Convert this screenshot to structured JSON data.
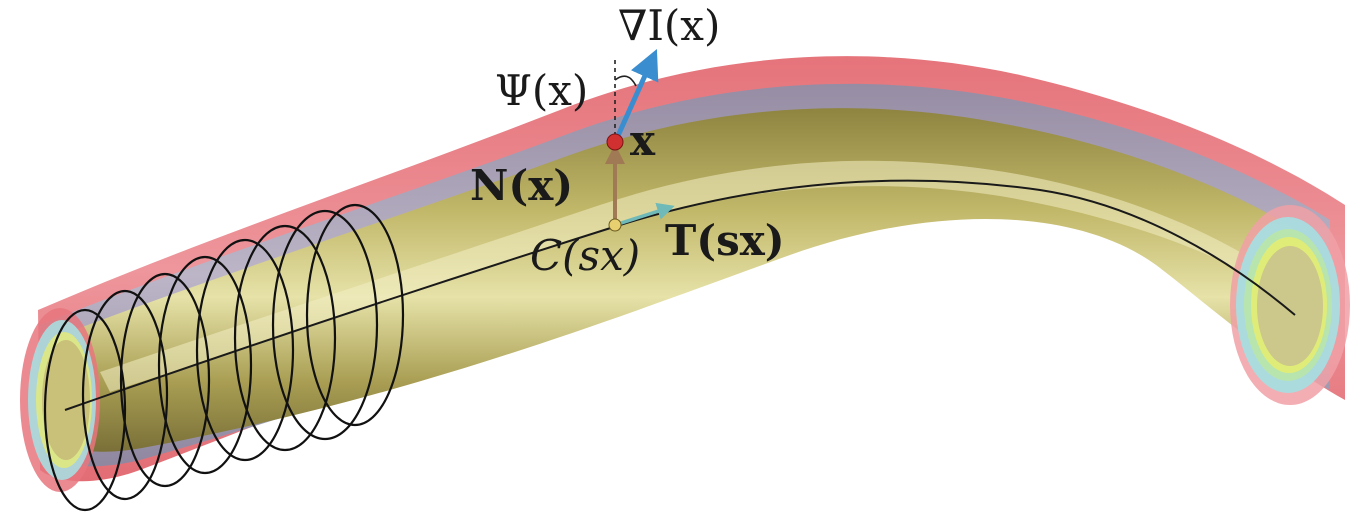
{
  "labels": {
    "gradient_label": "∇I(x)",
    "angle_label": "Ψ(x)",
    "point_label": "x",
    "normal_label": "N(x)",
    "centerline_label": "C(sx)",
    "tangent_label": "T(sx)"
  },
  "colors": {
    "outer_tube": "#e8767e",
    "middle_tube": "#9aa0b8",
    "inner_tube": "#b6ad5c",
    "inner_highlight": "#e8e4a8",
    "end_rim_cyan": "#a8dde0",
    "end_rim_yellow": "#eeee66",
    "gradient_arrow": "#3a8ed0",
    "normal_arrow": "#a07a55",
    "tangent_arrow": "#6fbab8",
    "point": "#d03030",
    "centerline": "#1a1a1a"
  },
  "icons": {
    "gradient_arrow": "arrow-icon",
    "normal_arrow": "arrow-icon",
    "tangent_arrow": "arrow-icon"
  }
}
